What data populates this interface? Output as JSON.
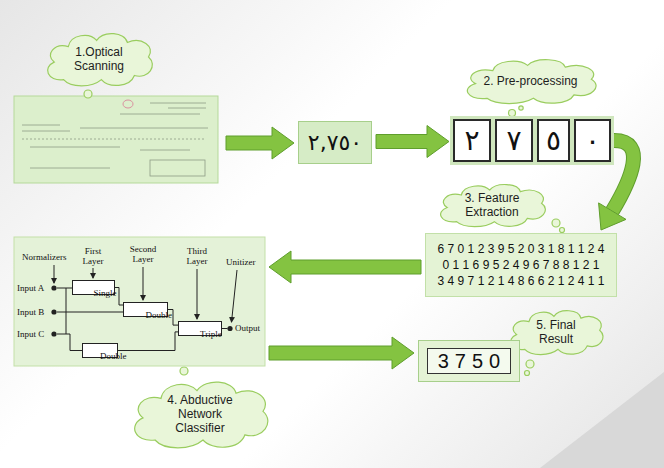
{
  "diagram": {
    "nodes": [
      {
        "text": [
          "1.Optical Scanning"
        ]
      },
      {
        "text": [
          "2. Pre-processing"
        ]
      },
      {
        "text": [
          "٢,٧٥٠"
        ]
      },
      {
        "text": [
          "٢"
        ]
      },
      {
        "text": [
          "٧"
        ]
      },
      {
        "text": [
          "٥"
        ]
      },
      {
        "text": [
          "٠"
        ]
      },
      {
        "text": [
          "3. Feature Extraction"
        ]
      },
      {
        "text": [
          "6 7 0 1 2 3 9 5 2 0 3 1 8 1 1 2 4",
          "0 1 1 6 9 5 2 4 9 6 7 8 8 1 2 1",
          "3 4 9 7 1 2 1 4 8 6 6 2 1 2 4 1 1"
        ]
      },
      {
        "text": [
          "Normalizers",
          "First Layer",
          "Second Layer",
          "Third Layer",
          "Unitizer",
          "Input A",
          "Input B",
          "Input C",
          "Output"
        ]
      },
      {
        "text": [
          "Single"
        ],
        "in": 9
      },
      {
        "text": [
          "Double"
        ],
        "in": 9
      },
      {
        "text": [
          "Triple"
        ],
        "in": 9
      },
      {
        "text": [
          "Double"
        ],
        "in": 9
      },
      {
        "text": [
          "4. Abductive Network Classifier"
        ]
      },
      {
        "text": [
          "5. Final Result"
        ]
      },
      {
        "text": [
          "3750"
        ]
      }
    ],
    "edges": [
      {
        "from": 2,
        "to": 3,
        "arrow": "to"
      },
      {
        "from": 6,
        "to": 8,
        "arrow": "to"
      },
      {
        "from": 8,
        "to": 9,
        "arrow": "to"
      },
      {
        "from": 9,
        "to": 16,
        "arrow": "to"
      },
      {
        "from": 10,
        "to": 11,
        "arrow": "none"
      },
      {
        "from": 11,
        "to": 12,
        "arrow": "none"
      },
      {
        "from": 13,
        "to": 12,
        "arrow": "none"
      }
    ]
  }
}
